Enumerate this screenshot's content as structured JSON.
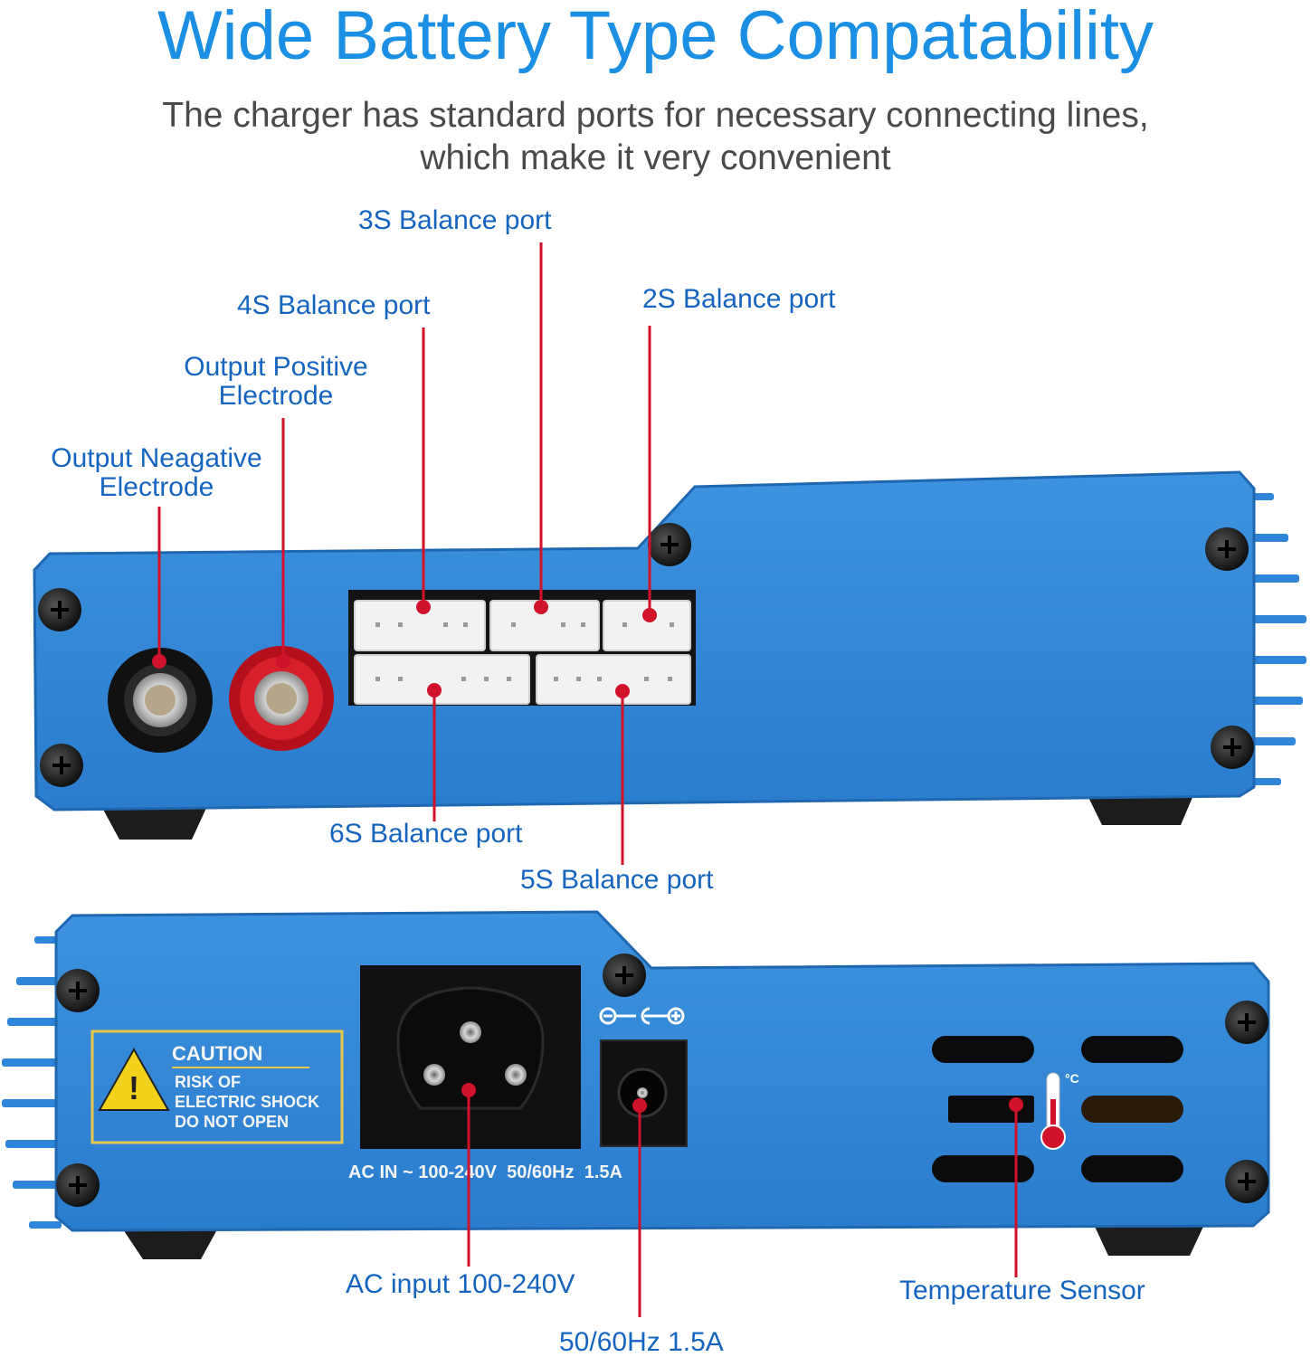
{
  "header": {
    "title": "Wide Battery Type Compatability",
    "subtitle_line1": "The charger has standard ports for necessary connecting lines,",
    "subtitle_line2": "which make it very convenient"
  },
  "callouts": {
    "port_3s": "3S Balance port",
    "port_4s": "4S Balance port",
    "port_2s": "2S Balance port",
    "output_positive_line1": "Output Positive",
    "output_positive_line2": "Electrode",
    "output_negative_line1": "Output Neagative",
    "output_negative_line2": "Electrode",
    "port_6s": "6S Balance port",
    "port_5s": "5S Balance port",
    "ac_input": "AC input 100-240V",
    "freq_current": "50/60Hz 1.5A",
    "temp_sensor": "Temperature Sensor"
  },
  "device_labels": {
    "caution_title": "CAUTION",
    "caution_line1": "RISK OF",
    "caution_line2": "ELECTRIC SHOCK",
    "caution_line3": "DO NOT OPEN",
    "ac_rating": "AC IN ~ 100-240V  50/60Hz  1.5A",
    "celsius": "°C",
    "warning_symbol": "!"
  },
  "colors": {
    "title_blue": "#1a8fe3",
    "subtitle_gray": "#4a4a4a",
    "label_blue": "#1565c0",
    "leader_red": "#d0122a",
    "chassis_blue": "#2f86d8",
    "chassis_dark": "#1f67b0",
    "rubber_black": "#1c1c1c"
  }
}
